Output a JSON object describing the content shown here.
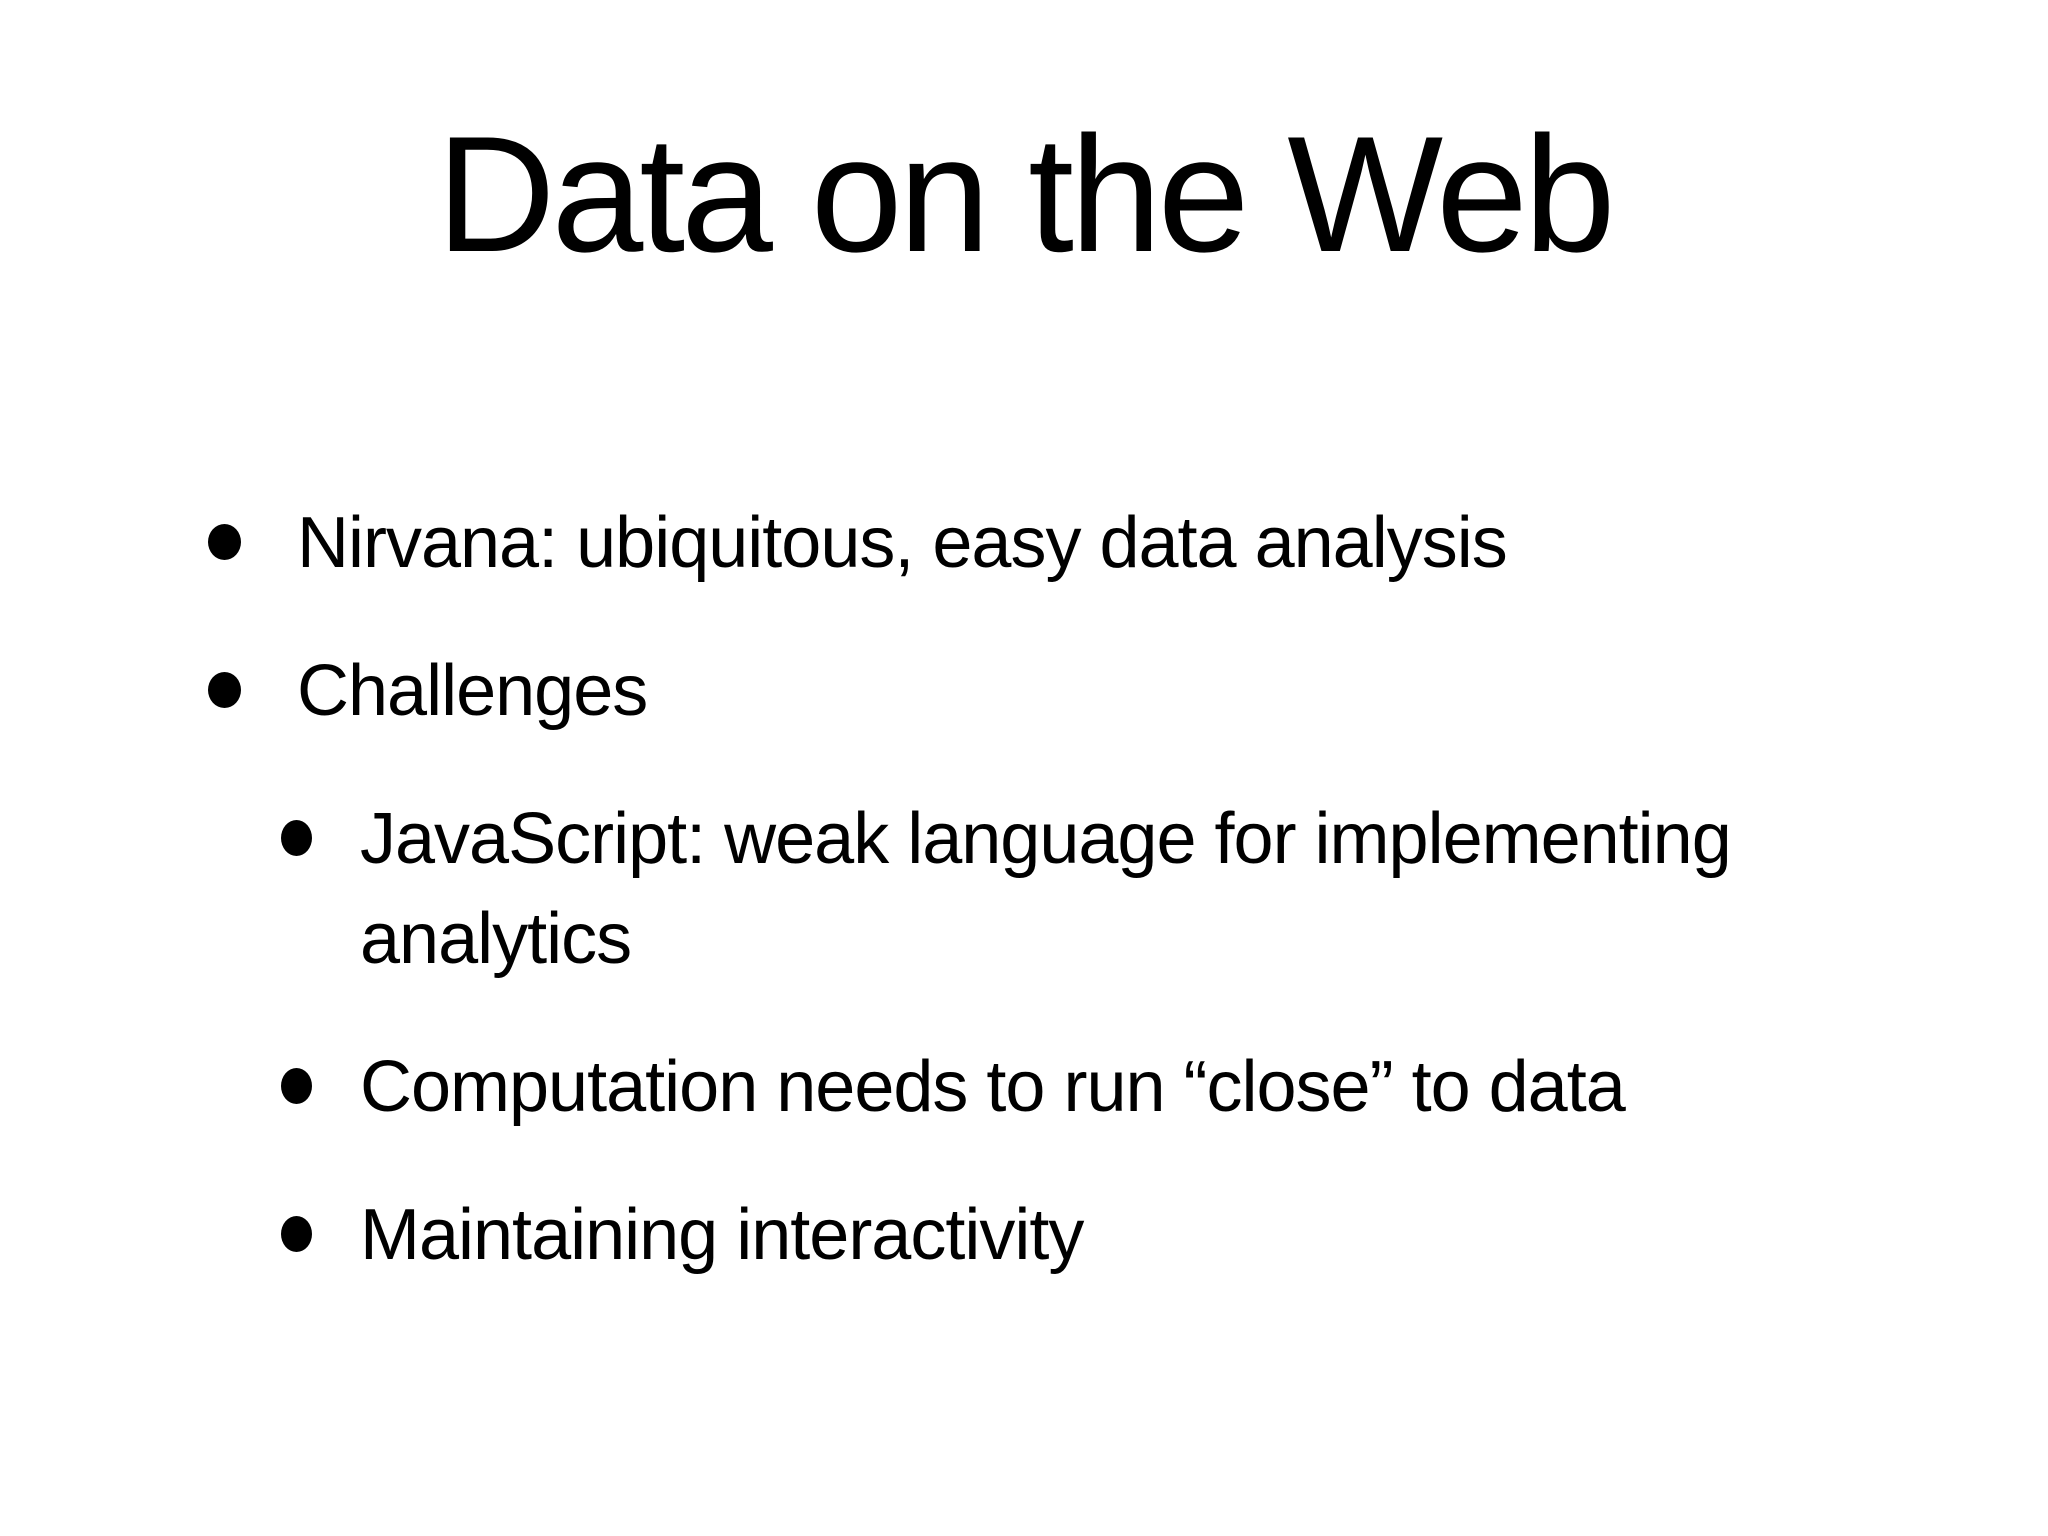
{
  "slide": {
    "title": "Data on the Web",
    "bullets": [
      {
        "level": 1,
        "text": "Nirvana: ubiquitous, easy data analysis"
      },
      {
        "level": 1,
        "text": "Challenges"
      },
      {
        "level": 2,
        "text": "JavaScript: weak language for implementing analytics"
      },
      {
        "level": 2,
        "text": "Computation needs to run “close” to data"
      },
      {
        "level": 2,
        "text": "Maintaining interactivity"
      }
    ],
    "colors": {
      "background": "#ffffff",
      "text": "#000000"
    }
  }
}
